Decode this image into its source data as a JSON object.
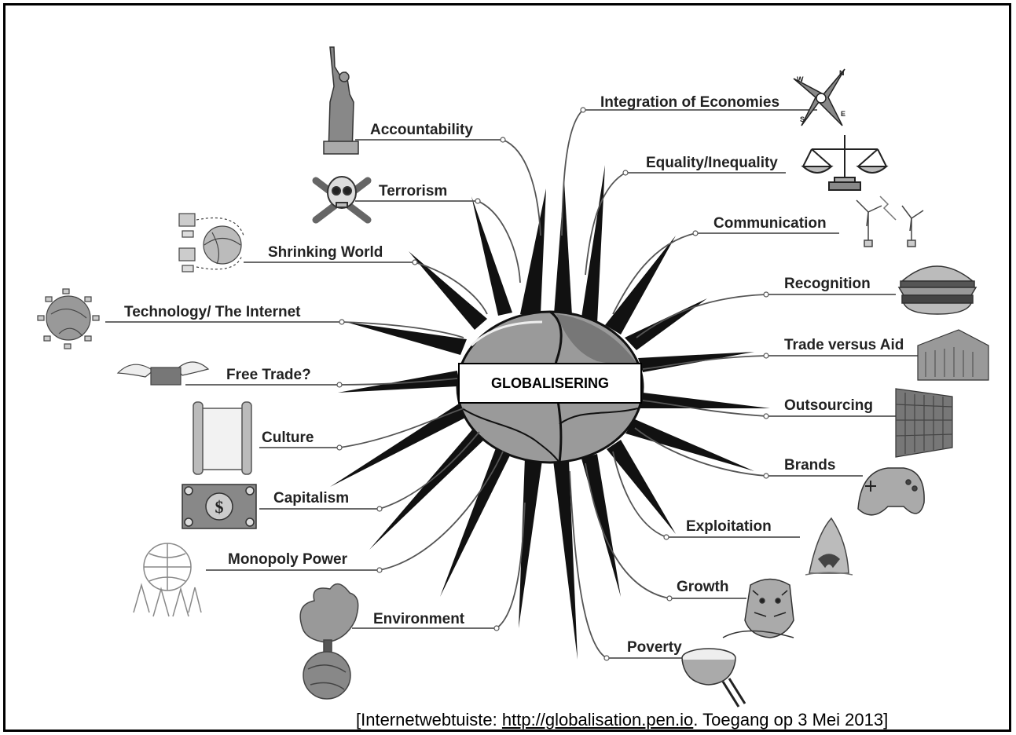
{
  "center": "GLOBALISERING",
  "topics": {
    "accountability": "Accountability",
    "terrorism": "Terrorism",
    "shrinking_world": "Shrinking World",
    "technology": "Technology/ The Internet",
    "free_trade": "Free Trade?",
    "culture": "Culture",
    "capitalism": "Capitalism",
    "monopoly_power": "Monopoly Power",
    "environment": "Environment",
    "integration": "Integration of Economies",
    "equality": "Equality/Inequality",
    "communication": "Communication",
    "recognition": "Recognition",
    "trade_aid": "Trade versus Aid",
    "outsourcing": "Outsourcing",
    "brands": "Brands",
    "exploitation": "Exploitation",
    "growth": "Growth",
    "poverty": "Poverty"
  },
  "icons": {
    "accountability": "statue-of-liberty-icon",
    "terrorism": "skull-crossbones-icon",
    "shrinking_world": "networked-globe-icon",
    "technology": "globe-network-icon",
    "free_trade": "winged-money-icon",
    "culture": "scroll-icon",
    "capitalism": "dollar-bill-icon",
    "monopoly_power": "people-holding-globe-icon",
    "environment": "burning-earth-icon",
    "integration": "compass-icon",
    "equality": "scales-icon",
    "communication": "wind-turbine-icon",
    "recognition": "hamburger-icon",
    "trade_aid": "building-icon",
    "outsourcing": "skyscraper-icon",
    "brands": "game-controller-icon",
    "exploitation": "shark-icon",
    "growth": "tiger-icon",
    "poverty": "rice-bowl-icon"
  },
  "source": {
    "prefix": "[Internetwebtuiste:  ",
    "link": "http://globalisation.pen.io",
    "suffix": ". Toegang op 3 Mei 2013]"
  }
}
